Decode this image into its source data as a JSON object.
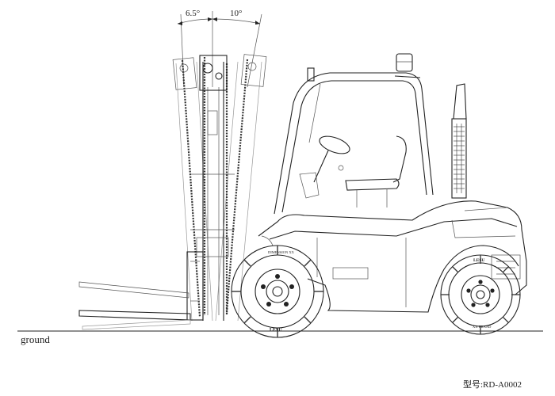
{
  "annotations": {
    "tilt_back_angle": "6.5°",
    "tilt_forward_angle": "10°",
    "ground_label": "ground",
    "model_label": "型号:RD-A0002"
  },
  "tire_text": {
    "front_brand": "LESU",
    "front_upper": "DIMENSION XX",
    "rear_brand": "LESU",
    "rear_lower": "XX BRAND"
  }
}
